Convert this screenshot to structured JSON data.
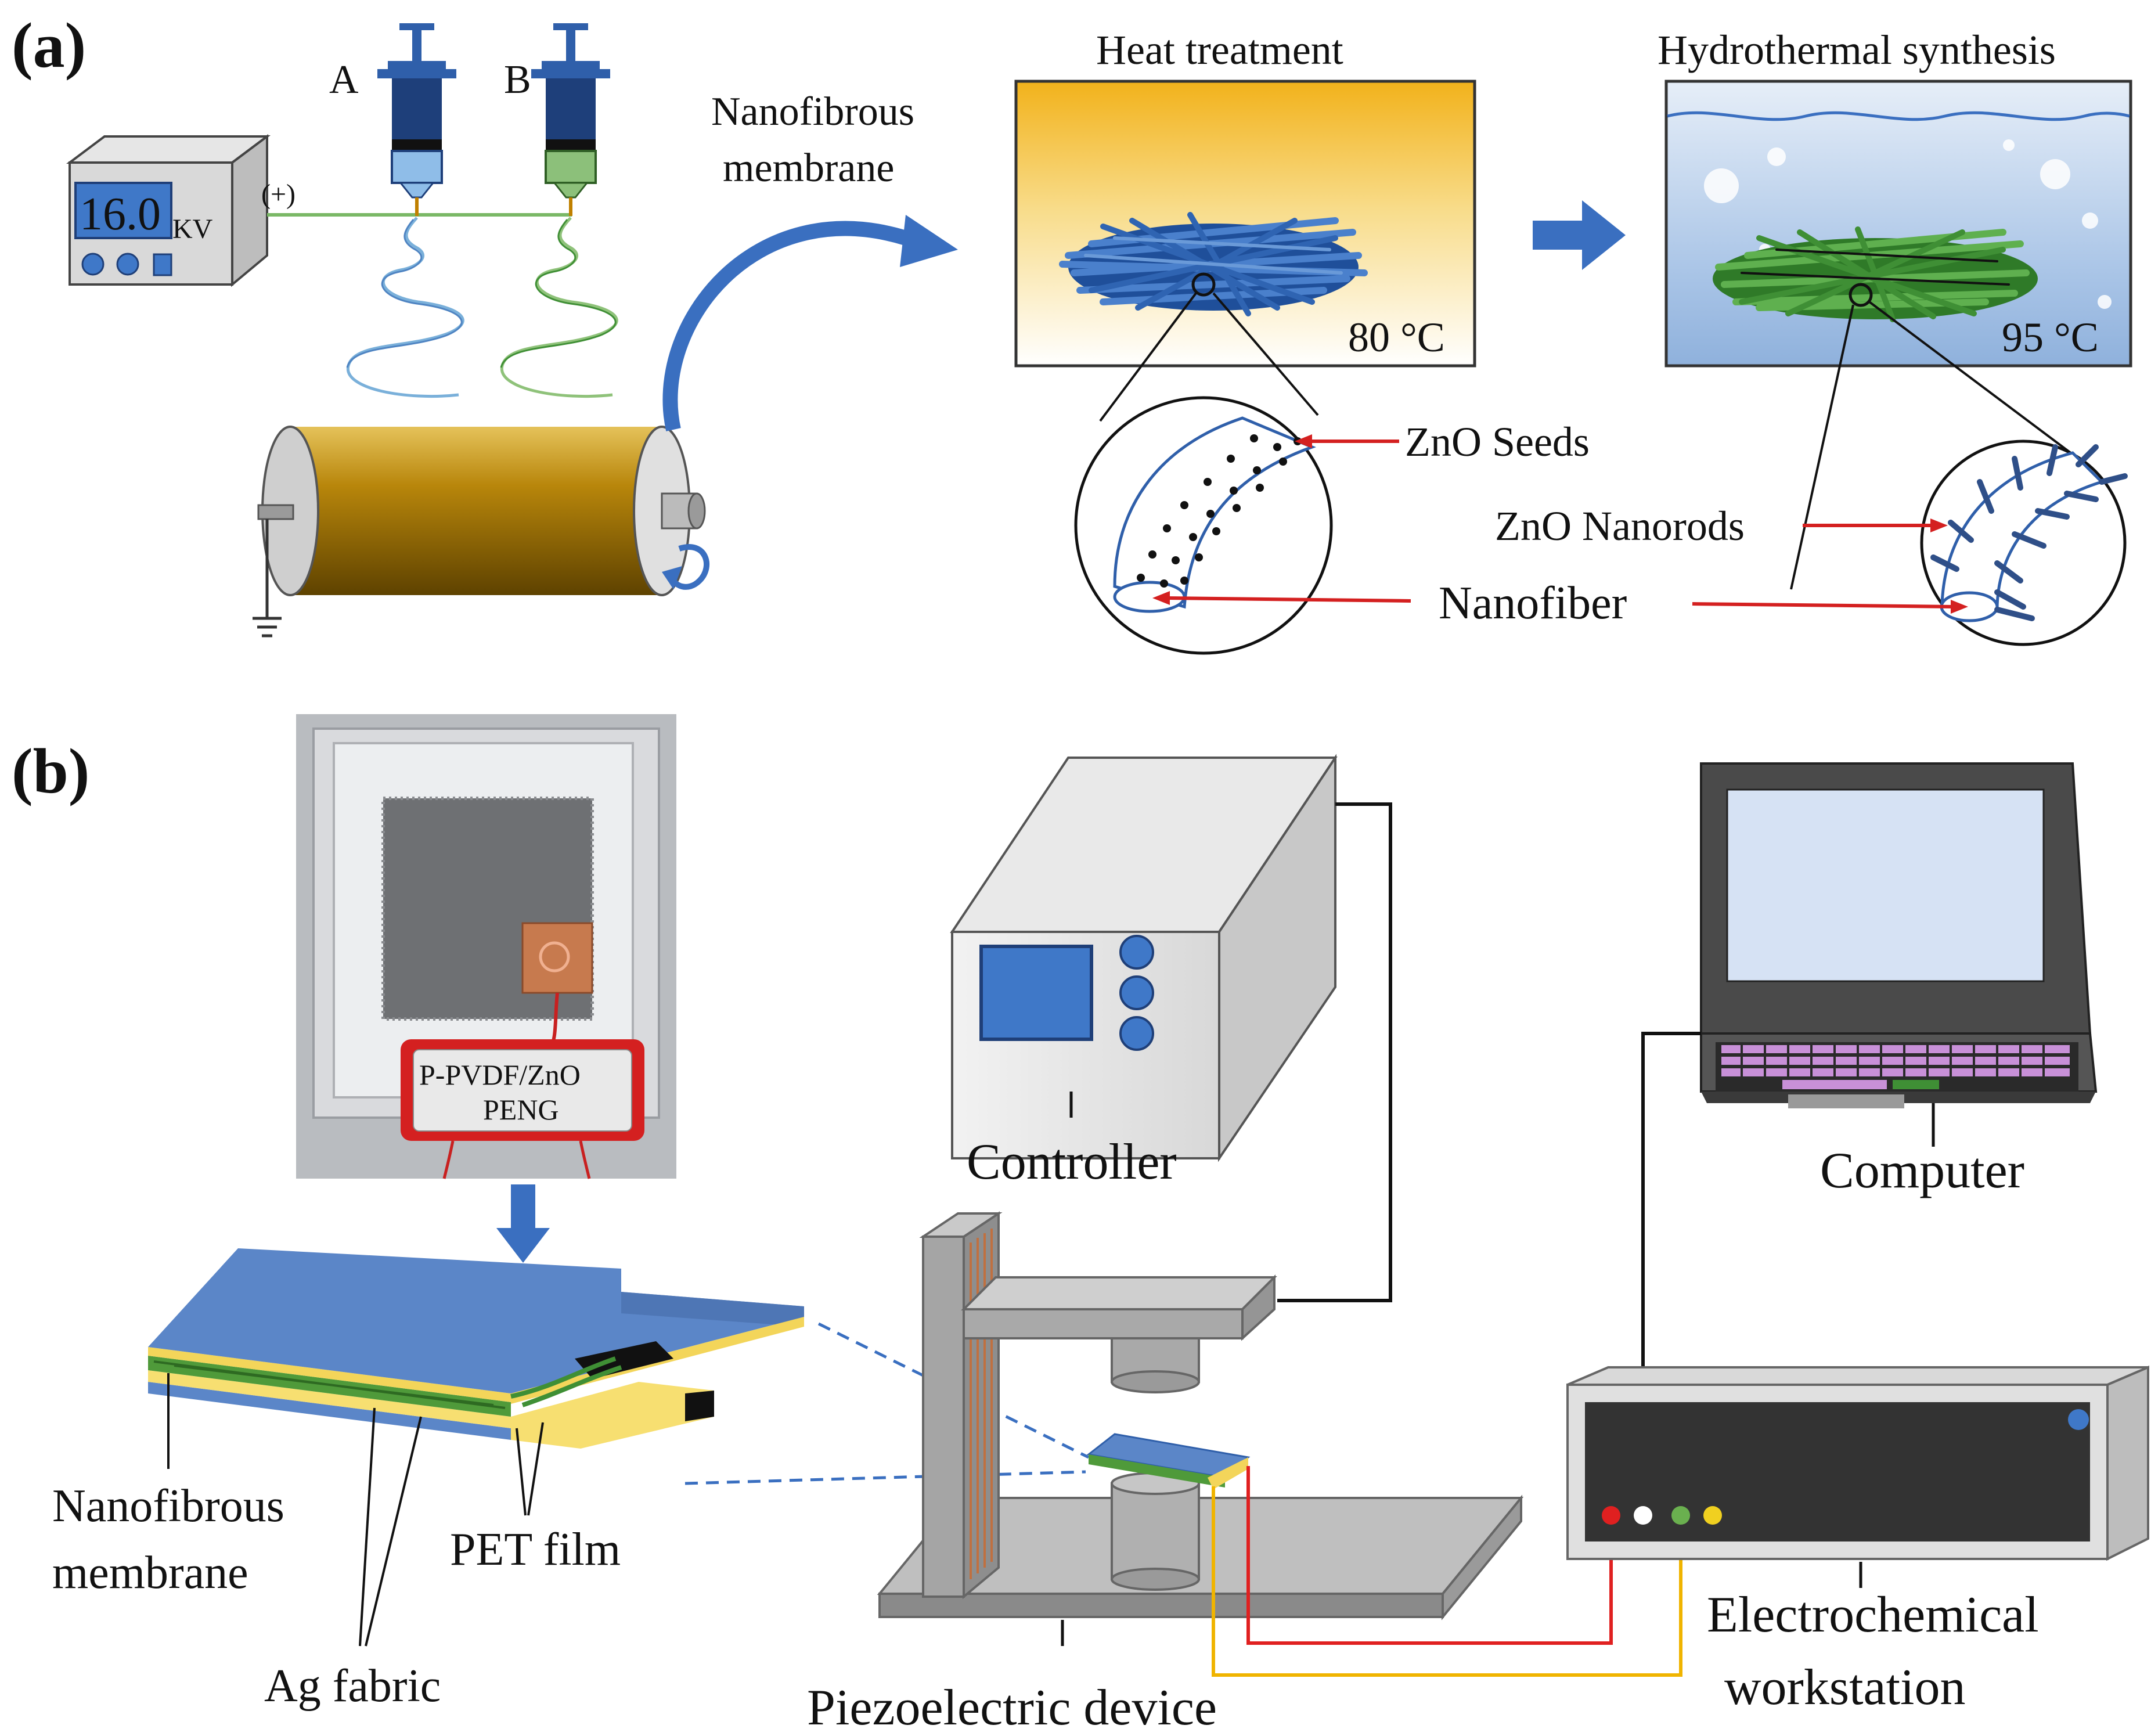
{
  "panel_a": {
    "label": "(a)",
    "syringe_a": "A",
    "syringe_b": "B",
    "voltage_value": "16.0",
    "voltage_unit": "KV",
    "polarity": "(+)",
    "membrane_label_1": "Nanofibrous",
    "membrane_label_2": "membrane",
    "heat_title": "Heat treatment",
    "heat_temp": "80 °C",
    "hydro_title": "Hydrothermal synthesis",
    "hydro_temp": "95 °C",
    "zno_seeds": "ZnO Seeds",
    "zno_nanorods": "ZnO Nanorods",
    "nanofiber": "Nanofiber"
  },
  "panel_b": {
    "label": "(b)",
    "photo_tag_1": "P-PVDF/ZnO",
    "photo_tag_2": "PENG",
    "controller": "Controller",
    "computer": "Computer",
    "membrane_1": "Nanofibrous",
    "membrane_2": "membrane",
    "pet_film": "PET film",
    "ag_fabric": "Ag fabric",
    "piezo_device": "Piezoelectric device",
    "workstation_1": "Electrochemical",
    "workstation_2": "workstation"
  },
  "colors": {
    "blue_fiber": "#2f5faa",
    "green_fiber": "#3f8f35",
    "red_arrow": "#d42020",
    "process_arrow": "#3a6fc0",
    "roller_gold": "#b8860b",
    "wire_red": "#e02020",
    "wire_yellow": "#f0b400"
  }
}
